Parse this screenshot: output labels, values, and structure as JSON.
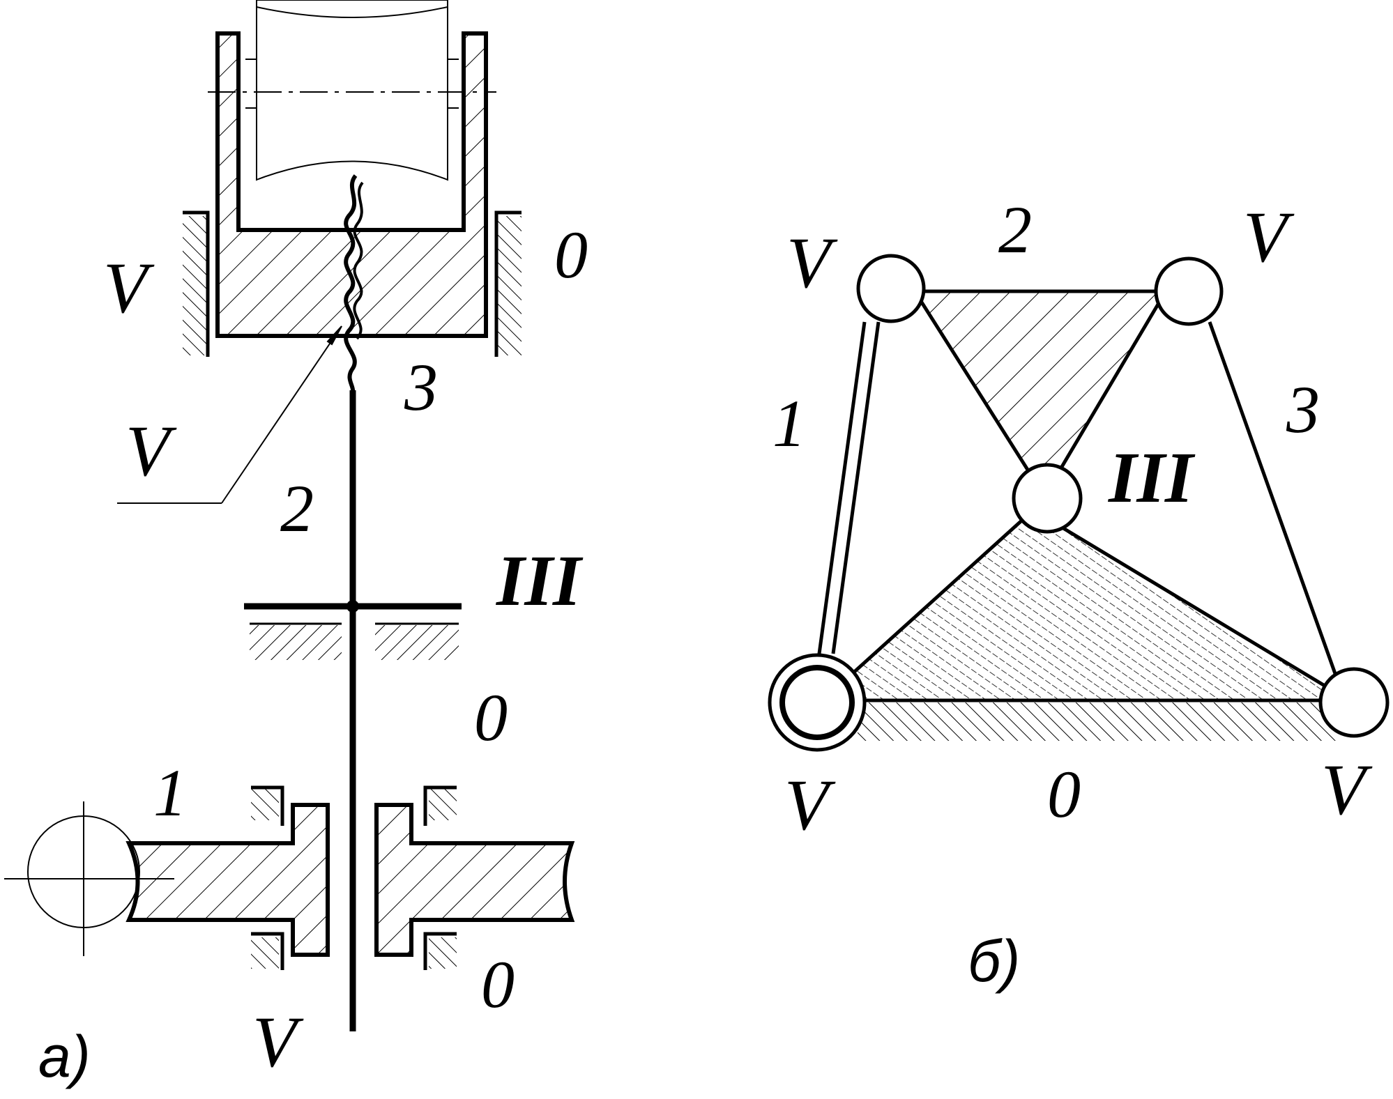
{
  "figure_a": {
    "caption": "а)",
    "labels": {
      "v_left": "V",
      "zero_top": "0",
      "three": "3",
      "v_leader": "V",
      "two": "2",
      "iii": "III",
      "zero_mid": "0",
      "one": "1",
      "zero_bottom": "0",
      "v_bottom": "V"
    }
  },
  "figure_b": {
    "caption": "б)",
    "labels": {
      "v_top_left": "V",
      "two": "2",
      "v_top_right": "V",
      "one": "1",
      "three": "3",
      "iii": "III",
      "v_bottom_left": "V",
      "zero": "0",
      "v_bottom_right": "V"
    }
  }
}
